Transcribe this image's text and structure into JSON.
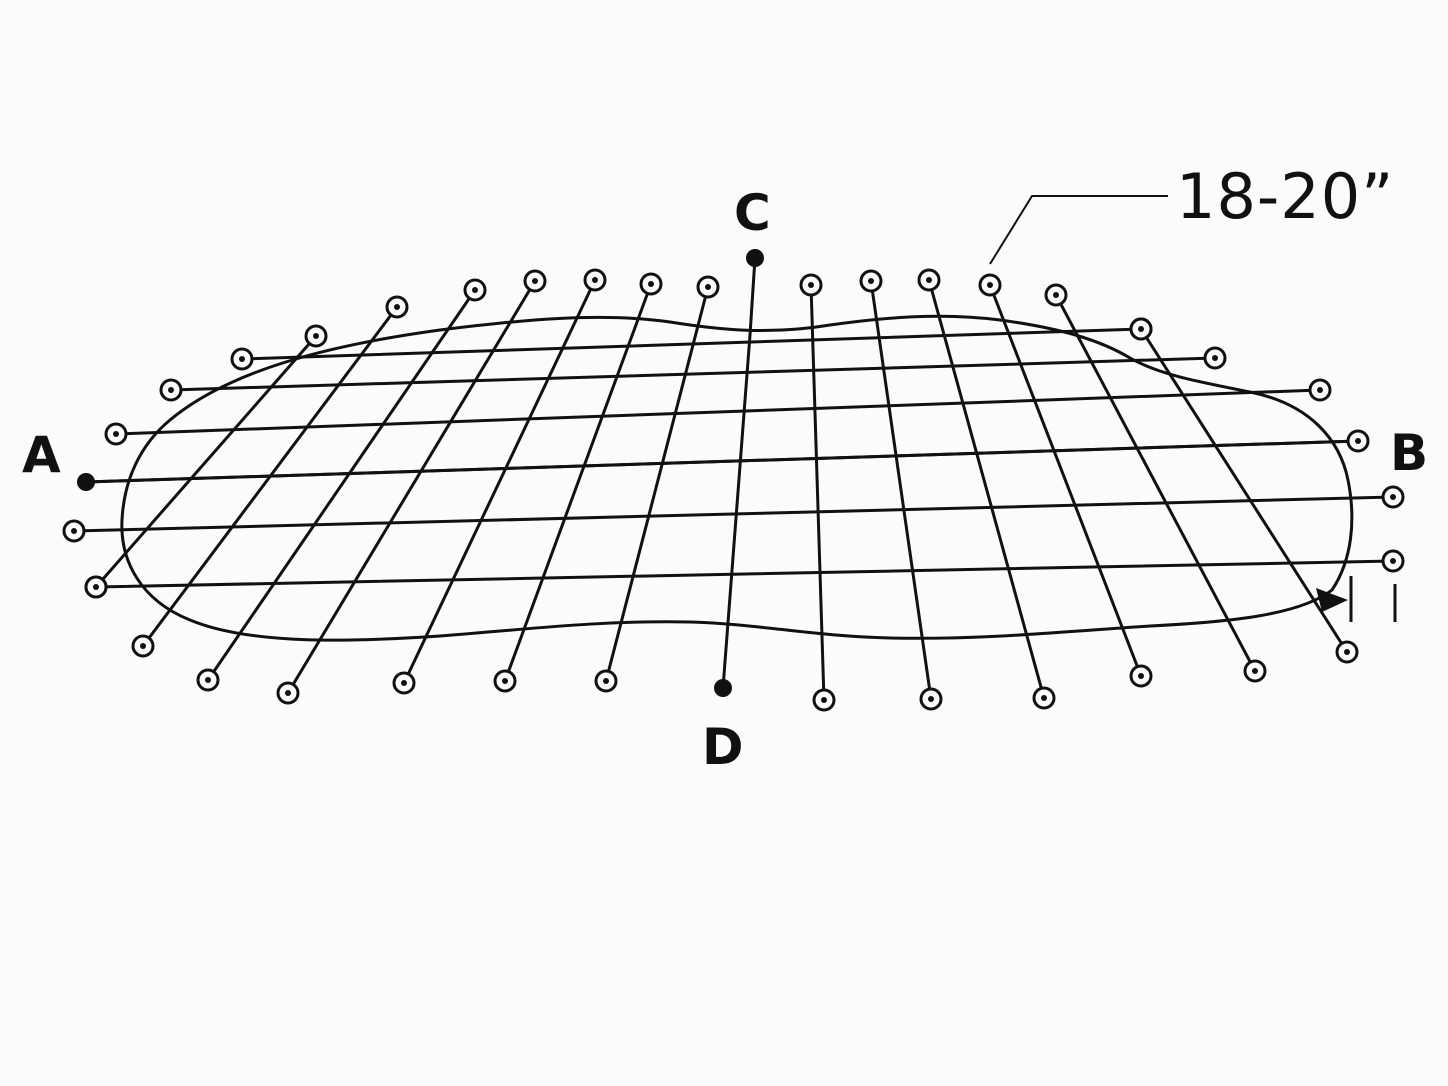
{
  "labels": {
    "a": "A",
    "b": "B",
    "c": "C",
    "d": "D",
    "dimension": "18-20”"
  },
  "colors": {
    "ink": "#111111",
    "background": "#fbfbfb"
  }
}
